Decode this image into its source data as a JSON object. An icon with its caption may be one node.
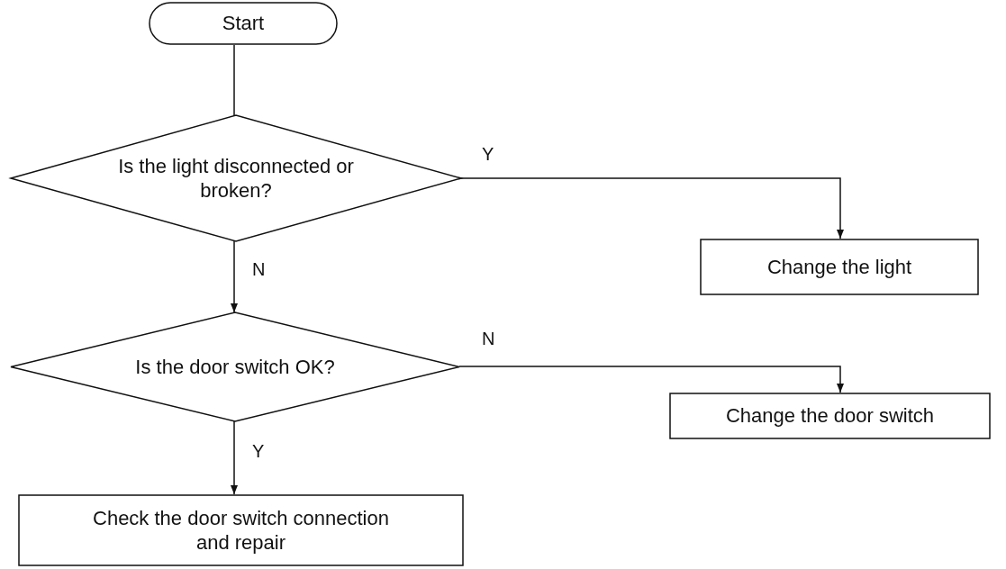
{
  "diagram": {
    "nodes": [
      {
        "text": [
          "Start"
        ]
      },
      {
        "text": [
          "Is the light disconnected or broken?"
        ]
      },
      {
        "text": [
          "Change the light"
        ]
      },
      {
        "text": [
          "Is the door switch OK?"
        ]
      },
      {
        "text": [
          "Change the door switch"
        ]
      },
      {
        "text": [
          "Check the door switch connection and repair"
        ]
      }
    ],
    "edges": [
      {
        "from": 0,
        "to": 1,
        "arrow": "none"
      },
      {
        "from": 1,
        "to": 2,
        "arrow": "to",
        "label": "Y"
      },
      {
        "from": 1,
        "to": 3,
        "arrow": "to",
        "label": "N"
      },
      {
        "from": 3,
        "to": 4,
        "arrow": "to",
        "label": "N"
      },
      {
        "from": 3,
        "to": 5,
        "arrow": "to",
        "label": "Y"
      }
    ]
  }
}
